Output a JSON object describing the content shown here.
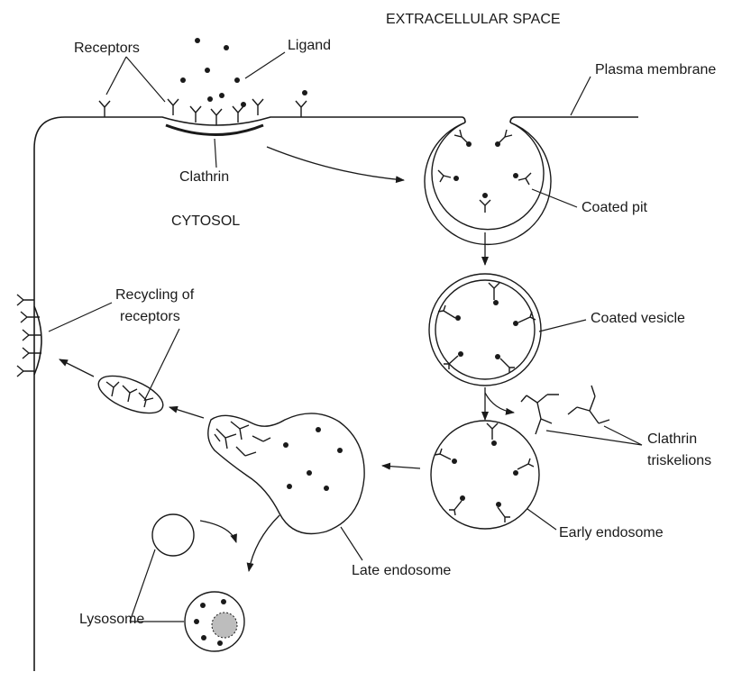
{
  "labels": {
    "extracellular": "EXTRACELLULAR SPACE",
    "receptors": "Receptors",
    "ligand": "Ligand",
    "plasma_membrane": "Plasma membrane",
    "clathrin": "Clathrin",
    "cytosol": "CYTOSOL",
    "coated_pit": "Coated pit",
    "coated_vesicle": "Coated vesicle",
    "recycling_line1": "Recycling of",
    "recycling_line2": "receptors",
    "clathrin_triskelions_line1": "Clathrin",
    "clathrin_triskelions_line2": "triskelions",
    "early_endosome": "Early endosome",
    "late_endosome": "Late endosome",
    "lysosome": "Lysosome"
  },
  "colors": {
    "line": "#1a1a1a",
    "lysosome_core": "#bdbdbd",
    "background": "#ffffff"
  }
}
